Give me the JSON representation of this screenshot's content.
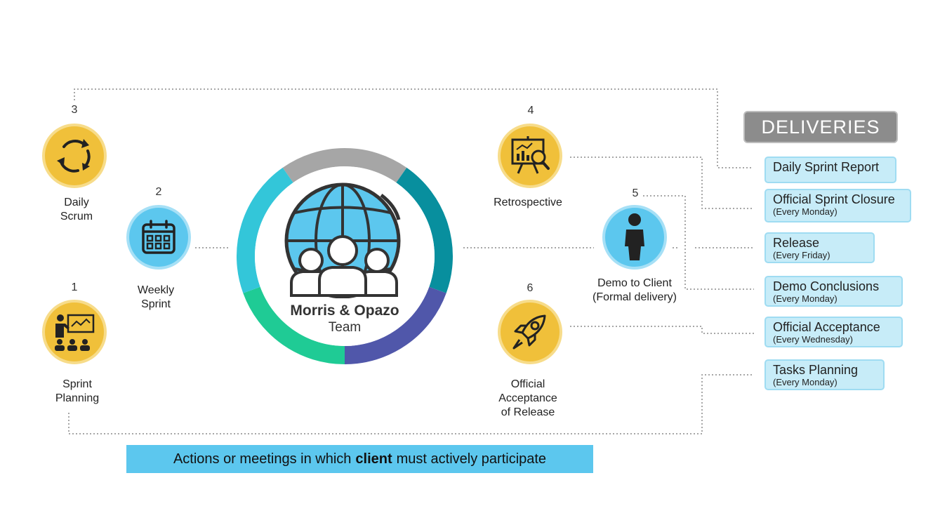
{
  "steps": [
    {
      "number": "3",
      "label": "Daily\nScrum"
    },
    {
      "number": "2",
      "label": "Weekly\nSprint"
    },
    {
      "number": "1",
      "label": "Sprint\nPlanning"
    },
    {
      "number": "4",
      "label": "Retrospective"
    },
    {
      "number": "5",
      "label": "Demo to Client\n(Formal delivery)"
    },
    {
      "number": "6",
      "label": "Official\nAcceptance\nof Release"
    }
  ],
  "center": {
    "title": "Morris & Opazo",
    "subtitle": "Team"
  },
  "deliveries": {
    "title": "DELIVERIES",
    "items": [
      {
        "main": "Daily Sprint Report",
        "sub": ""
      },
      {
        "main": "Official Sprint Closure",
        "sub": "(Every Monday)"
      },
      {
        "main": "Release",
        "sub": "(Every Friday)"
      },
      {
        "main": "Demo Conclusions",
        "sub": "(Every Monday)"
      },
      {
        "main": "Official Acceptance",
        "sub": "(Every Wednesday)"
      },
      {
        "main": "Tasks Planning",
        "sub": "(Every Monday)"
      }
    ]
  },
  "client_note": {
    "before": "Actions or meetings in which",
    "bold": "client",
    "after": "must actively participate"
  },
  "colors": {
    "yellow": "#f0c03a",
    "blue": "#5cc7ee",
    "ring": [
      "#a6a6a6",
      "#088f9e",
      "#5057aa",
      "#1fcb95",
      "#33c6d9"
    ]
  },
  "icons": [
    "cycle-arrows-icon",
    "calendar-icon",
    "presentation-icon",
    "chart-analysis-icon",
    "person-icon",
    "rocket-icon",
    "globe-team-icon"
  ]
}
